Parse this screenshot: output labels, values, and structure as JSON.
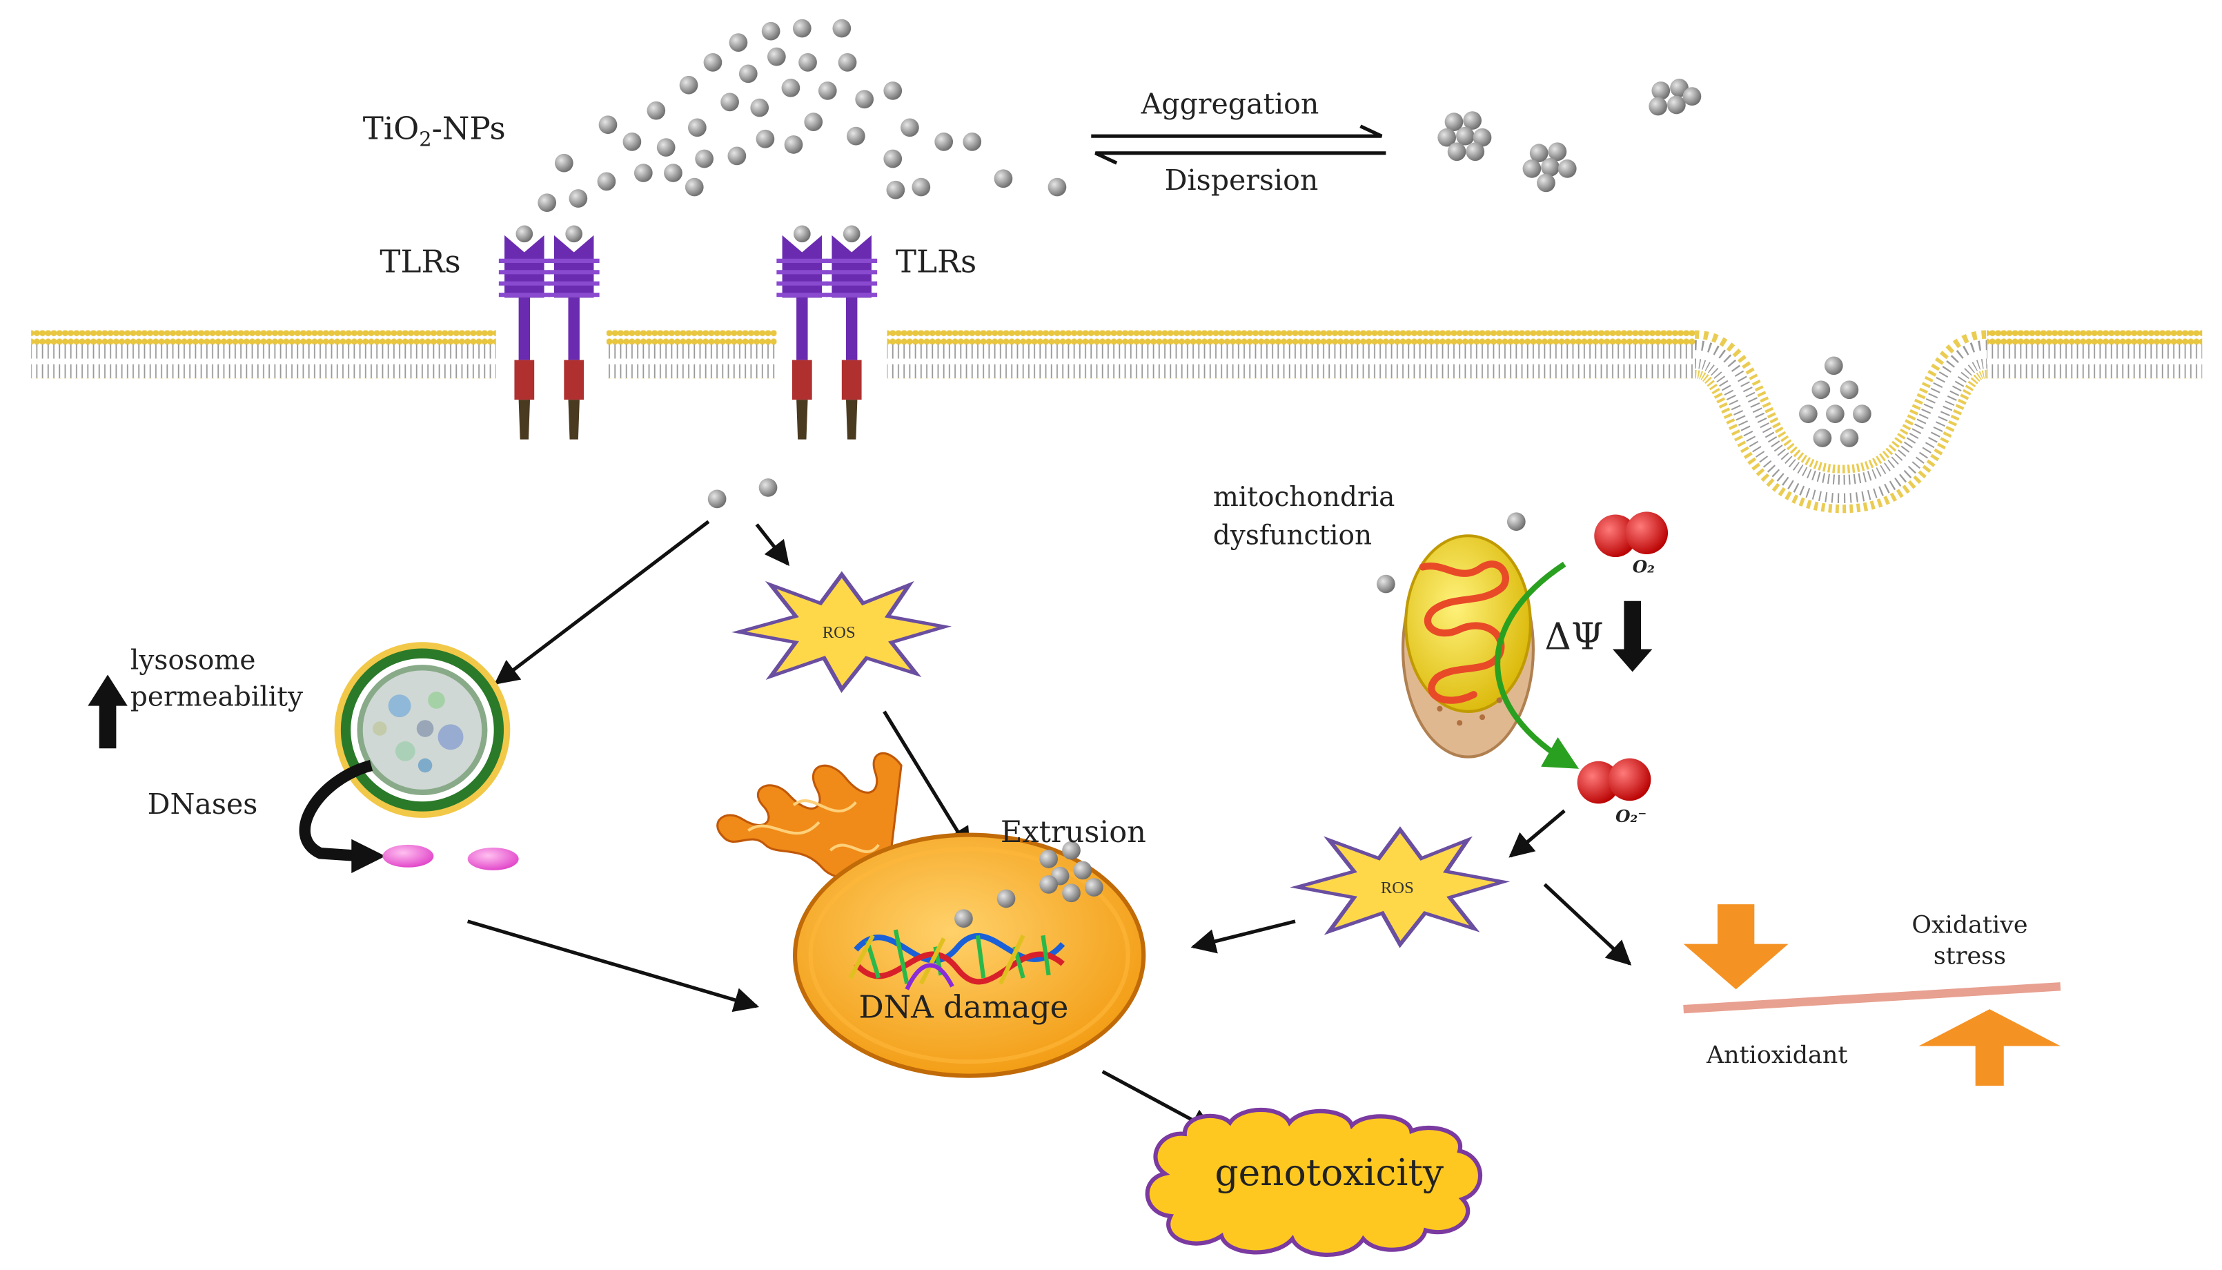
{
  "labels": {
    "tio2_nps": "TiO",
    "tio2_sub": "2",
    "tio2_suffix": "-NPs",
    "tlrs_left": "TLRs",
    "tlrs_right": "TLRs",
    "aggregation": "Aggregation",
    "dispersion": "Dispersion",
    "mito_line1": "mitochondria",
    "mito_line2": "dysfunction",
    "o2": "O₂",
    "o2_superoxide": "O₂⁻",
    "delta_psi": "ΔΨ",
    "lysosome_line1": "lysosome",
    "lysosome_line2": "permeability",
    "dnases": "DNases",
    "ros_top": "ROS",
    "ros_right": "ROS",
    "extrusion": "Extrusion",
    "dna_damage": "DNA damage",
    "genotoxicity": "genotoxicity",
    "oxidative_line1": "Oxidative",
    "oxidative_line2": "stress",
    "antioxidant": "Antioxidant"
  },
  "colors": {
    "membrane_head": "#e8c640",
    "membrane_tail": "#9a9a9a",
    "tlr_purple": "#6a2bb0",
    "tlr_red": "#b03030",
    "tlr_stalk": "#4a3a20",
    "particle": "#9a9a9a",
    "ros_fill": "#ffd84a",
    "ros_stroke": "#6a4ea0",
    "nucleus_fill": "#f4a41c",
    "nucleus_stroke": "#c06a08",
    "er_fill": "#f08a18",
    "genotox_fill": "#ffc820",
    "genotox_stroke": "#7a3aa0",
    "o2_red": "#d81818",
    "mito_green": "#2aa020",
    "balance_arrow": "#f59224",
    "balance_bar": "#e8a090",
    "dnase_pink": "#f070d8"
  },
  "icons": [
    "tlr-receptor-icon",
    "nanoparticle-icon",
    "lysosome-icon",
    "mitochondrion-icon",
    "oxygen-molecule-icon",
    "endoplasmic-reticulum-icon",
    "dna-helix-icon"
  ]
}
